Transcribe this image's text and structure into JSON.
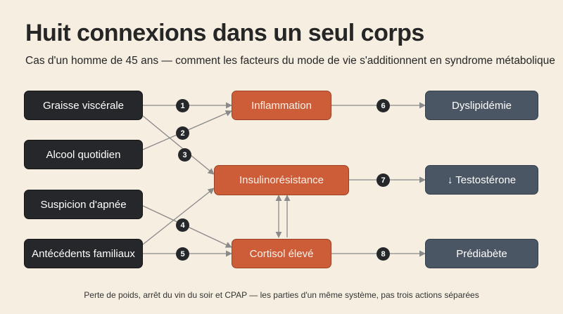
{
  "title": "Huit connexions dans un seul corps",
  "subtitle": "Cas d'un homme de 45 ans — comment les facteurs du mode de vie s'additionnent en syndrome métabolique",
  "caption": "Perte de poids, arrêt du vin du soir et CPAP — les parties d'un même système, pas trois actions séparées",
  "nodes": {
    "graisse": "Graisse viscérale",
    "alcool": "Alcool quotidien",
    "apnee": "Suspicion d'apnée",
    "antecedents": "Antécédents familiaux",
    "inflammation": "Inflammation",
    "insulino": "Insulinorésistance",
    "cortisol": "Cortisol élevé",
    "dyslipidemie": "Dyslipidémie",
    "testosterone": "↓ Testostérone",
    "prediabete": "Prédiabète"
  },
  "badges": [
    "1",
    "2",
    "3",
    "4",
    "5",
    "6",
    "7",
    "8"
  ],
  "colors": {
    "background": "#f5eee1",
    "dark_node": "#25272a",
    "orange_node": "#cc5d38",
    "slate_node": "#4b5664",
    "edge": "#8a8a8a"
  }
}
